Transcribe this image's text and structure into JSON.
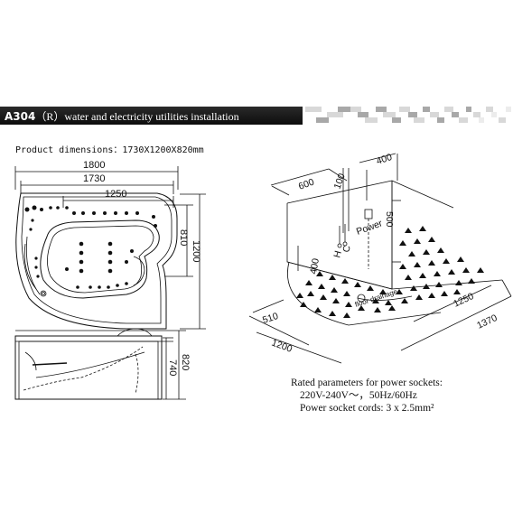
{
  "header": {
    "model": "A304",
    "variant": "（R）",
    "title": "water and electricity utilities installation"
  },
  "product": {
    "label": "Product dimensions：",
    "value": "1730X1200X820mm"
  },
  "top_view": {
    "dim_outer_width": "1800",
    "dim_inner_width": "1730",
    "dim_basin_width": "1250",
    "dim_basin_depth": "810",
    "dim_total_depth": "1200"
  },
  "side_view": {
    "dim_total_height": "820",
    "dim_tub_height": "740"
  },
  "install_view": {
    "dim_600": "600",
    "dim_100": "100",
    "dim_400_top": "400",
    "dim_500": "500",
    "dim_400_side": "400",
    "dim_510": "510",
    "dim_1200": "1200",
    "dim_1250": "1250",
    "dim_1370": "1370",
    "label_hot": "H",
    "label_cold": "C",
    "label_power": "Power",
    "label_drainage": "floor drainage"
  },
  "power_notes": {
    "line1": "Rated parameters for power sockets:",
    "line2": "220V-240V～，50Hz/60Hz",
    "line3": "Power socket cords: 3 x 2.5mm²"
  },
  "colors": {
    "ink": "#111111",
    "banner": "#111111",
    "paper": "#ffffff"
  }
}
